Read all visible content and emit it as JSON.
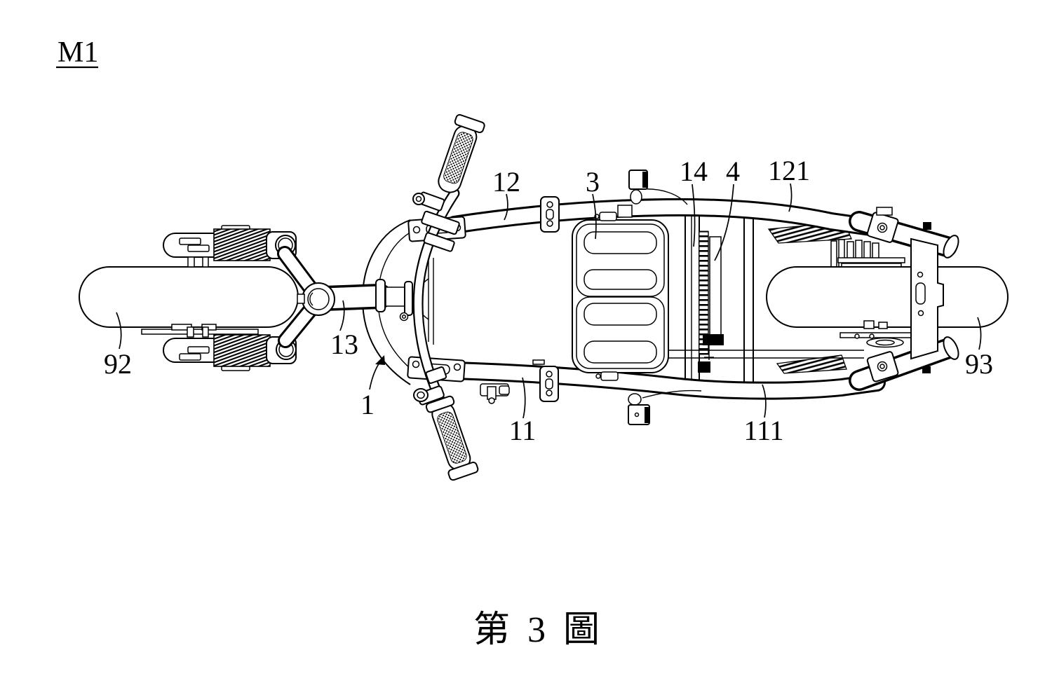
{
  "figure": {
    "model_label": "M1",
    "caption": "第 3 圖",
    "ink_color": "#000000",
    "background_color": "#ffffff",
    "part_labels": [
      {
        "ref": "12"
      },
      {
        "ref": "3"
      },
      {
        "ref": "14"
      },
      {
        "ref": "4"
      },
      {
        "ref": "121"
      },
      {
        "ref": "92"
      },
      {
        "ref": "13"
      },
      {
        "ref": "1"
      },
      {
        "ref": "11"
      },
      {
        "ref": "111"
      },
      {
        "ref": "93"
      }
    ]
  }
}
